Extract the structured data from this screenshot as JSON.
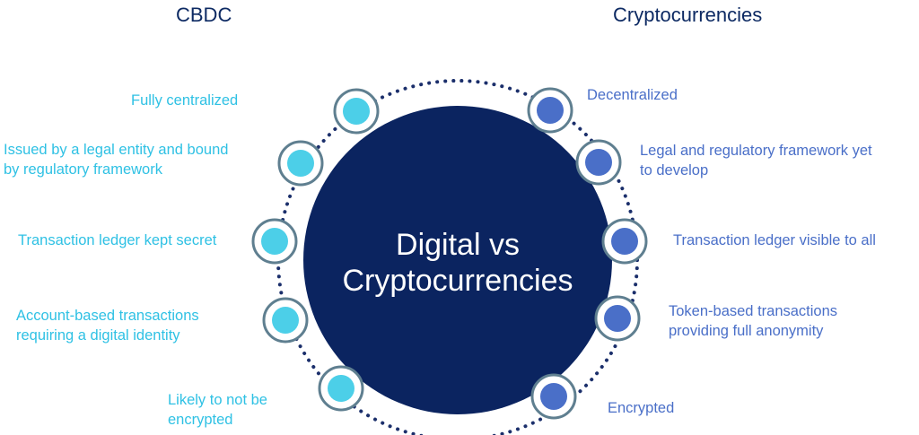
{
  "headings": {
    "left": "CBDC",
    "right": "Cryptocurrencies"
  },
  "center": {
    "line1": "Digital vs",
    "line2": "Cryptocurrencies"
  },
  "cbdc_items": [
    {
      "lines": [
        "Fully centralized"
      ]
    },
    {
      "lines": [
        "Issued by a legal entity and bound",
        "by regulatory framework"
      ]
    },
    {
      "lines": [
        "Transaction ledger kept secret"
      ]
    },
    {
      "lines": [
        "Account-based transactions",
        "requiring a digital identity"
      ]
    },
    {
      "lines": [
        "Likely to not be",
        "encrypted"
      ]
    }
  ],
  "crypto_items": [
    {
      "lines": [
        "Decentralized"
      ]
    },
    {
      "lines": [
        "Legal and regulatory framework yet",
        "to develop"
      ]
    },
    {
      "lines": [
        "Transaction ledger visible to all"
      ]
    },
    {
      "lines": [
        "Token-based transactions",
        "providing full anonymity"
      ]
    },
    {
      "lines": [
        "Encrypted"
      ]
    }
  ],
  "colors": {
    "center_fill": "#0b2460",
    "ring_stroke": "#5f7f90",
    "dotted_orbit": "#1b2f6b",
    "cbdc_node": "#4ccfe8",
    "crypto_node": "#4a6fc8",
    "heading_text": "#0d2a63"
  }
}
